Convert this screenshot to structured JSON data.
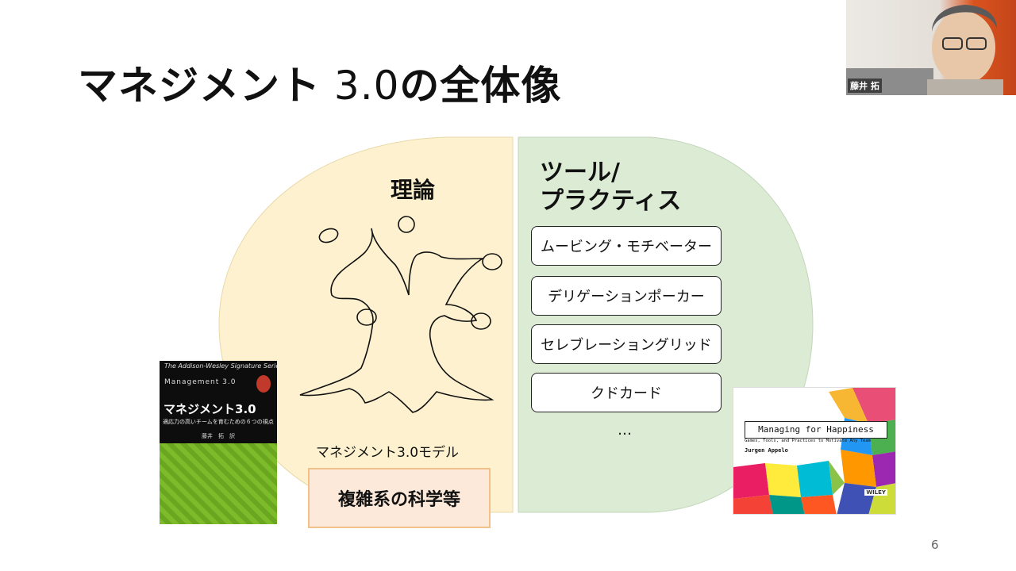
{
  "slide": {
    "title_main": "マネジメント",
    "title_num": " 3.0",
    "title_tail": "の全体像",
    "page_number": "6"
  },
  "diagram": {
    "theory_label": "理論",
    "tools_label_line1": "ツール/",
    "tools_label_line2": "プラクティス",
    "practices": [
      "ムービング・モチベーター",
      "デリゲーションポーカー",
      "セレブレーショングリッド",
      "クドカード"
    ],
    "more": "…",
    "model_label": "マネジメント3.0モデル",
    "complexity_label": "複雑系の科学等",
    "colors": {
      "theory_fill": "#fdf1cf",
      "practice_fill": "#dbebd4",
      "complexity_fill": "#fde9d9"
    }
  },
  "book_left": {
    "series": "The Addison-Wesley Signature Series",
    "subtitle_en": "Management 3.0",
    "title": "マネジメント3.0",
    "subtitle": "適応力の高いチームを育むための６つの視点",
    "author": "藤井　拓　訳"
  },
  "book_right": {
    "title": "Managing for Happiness",
    "subtitle": "Games, Tools, and Practices to Motivate Any Team",
    "author": "Jurgen Appelo",
    "publisher": "WILEY"
  },
  "video": {
    "participant_name": "藤井 拓"
  }
}
